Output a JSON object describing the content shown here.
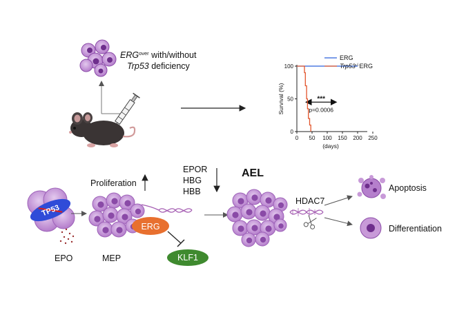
{
  "top": {
    "line1_gene": "ERG",
    "line1_sup": "over",
    "line1_rest": " with/without",
    "line2_gene": "Trp53",
    "line2_rest": " deficiency"
  },
  "chart_data": {
    "type": "line",
    "ylabel": "Survival (%)",
    "xlabel": "(days)",
    "x_ticks": [
      0,
      50,
      100,
      150,
      200,
      250
    ],
    "y_ticks": [
      0,
      50,
      100
    ],
    "xlim": [
      0,
      250
    ],
    "ylim": [
      0,
      100
    ],
    "significance": "***",
    "pvalue": "p=0.0006",
    "legend_position": "top-right",
    "series": [
      {
        "name": "ERG",
        "color": "#2b5fd9",
        "points": [
          [
            0,
            100
          ],
          [
            200,
            100
          ]
        ]
      },
      {
        "name_gene": "Trp53",
        "name_sup": "-/-",
        "name_rest": "ERG",
        "color": "#e2542b",
        "points": [
          [
            0,
            100
          ],
          [
            25,
            100
          ],
          [
            25,
            90
          ],
          [
            28,
            90
          ],
          [
            28,
            70
          ],
          [
            32,
            70
          ],
          [
            32,
            50
          ],
          [
            35,
            50
          ],
          [
            35,
            35
          ],
          [
            38,
            35
          ],
          [
            38,
            20
          ],
          [
            42,
            20
          ],
          [
            42,
            10
          ],
          [
            46,
            10
          ],
          [
            46,
            0
          ]
        ]
      }
    ]
  },
  "bottom": {
    "tp53": "TP53",
    "epo": "EPO",
    "mep": "MEP",
    "proliferation": "Proliferation",
    "epor": "EPOR",
    "hbg": "HBG",
    "hbb": "HBB",
    "erg": "ERG",
    "klf1": "KLF1",
    "ael": "AEL",
    "hdac7": "HDAC7",
    "apoptosis": "Apoptosis",
    "differentiation": "Differentiation"
  },
  "colors": {
    "cell_fill": "#c89ad8",
    "cell_dark": "#8a4aa7",
    "erg_pill": "#e8702f",
    "klf1_pill": "#3f8a2f",
    "tp53_pill": "#2f4bd8",
    "tp53_cross": "#d62020",
    "dna": "#a65fb3"
  }
}
